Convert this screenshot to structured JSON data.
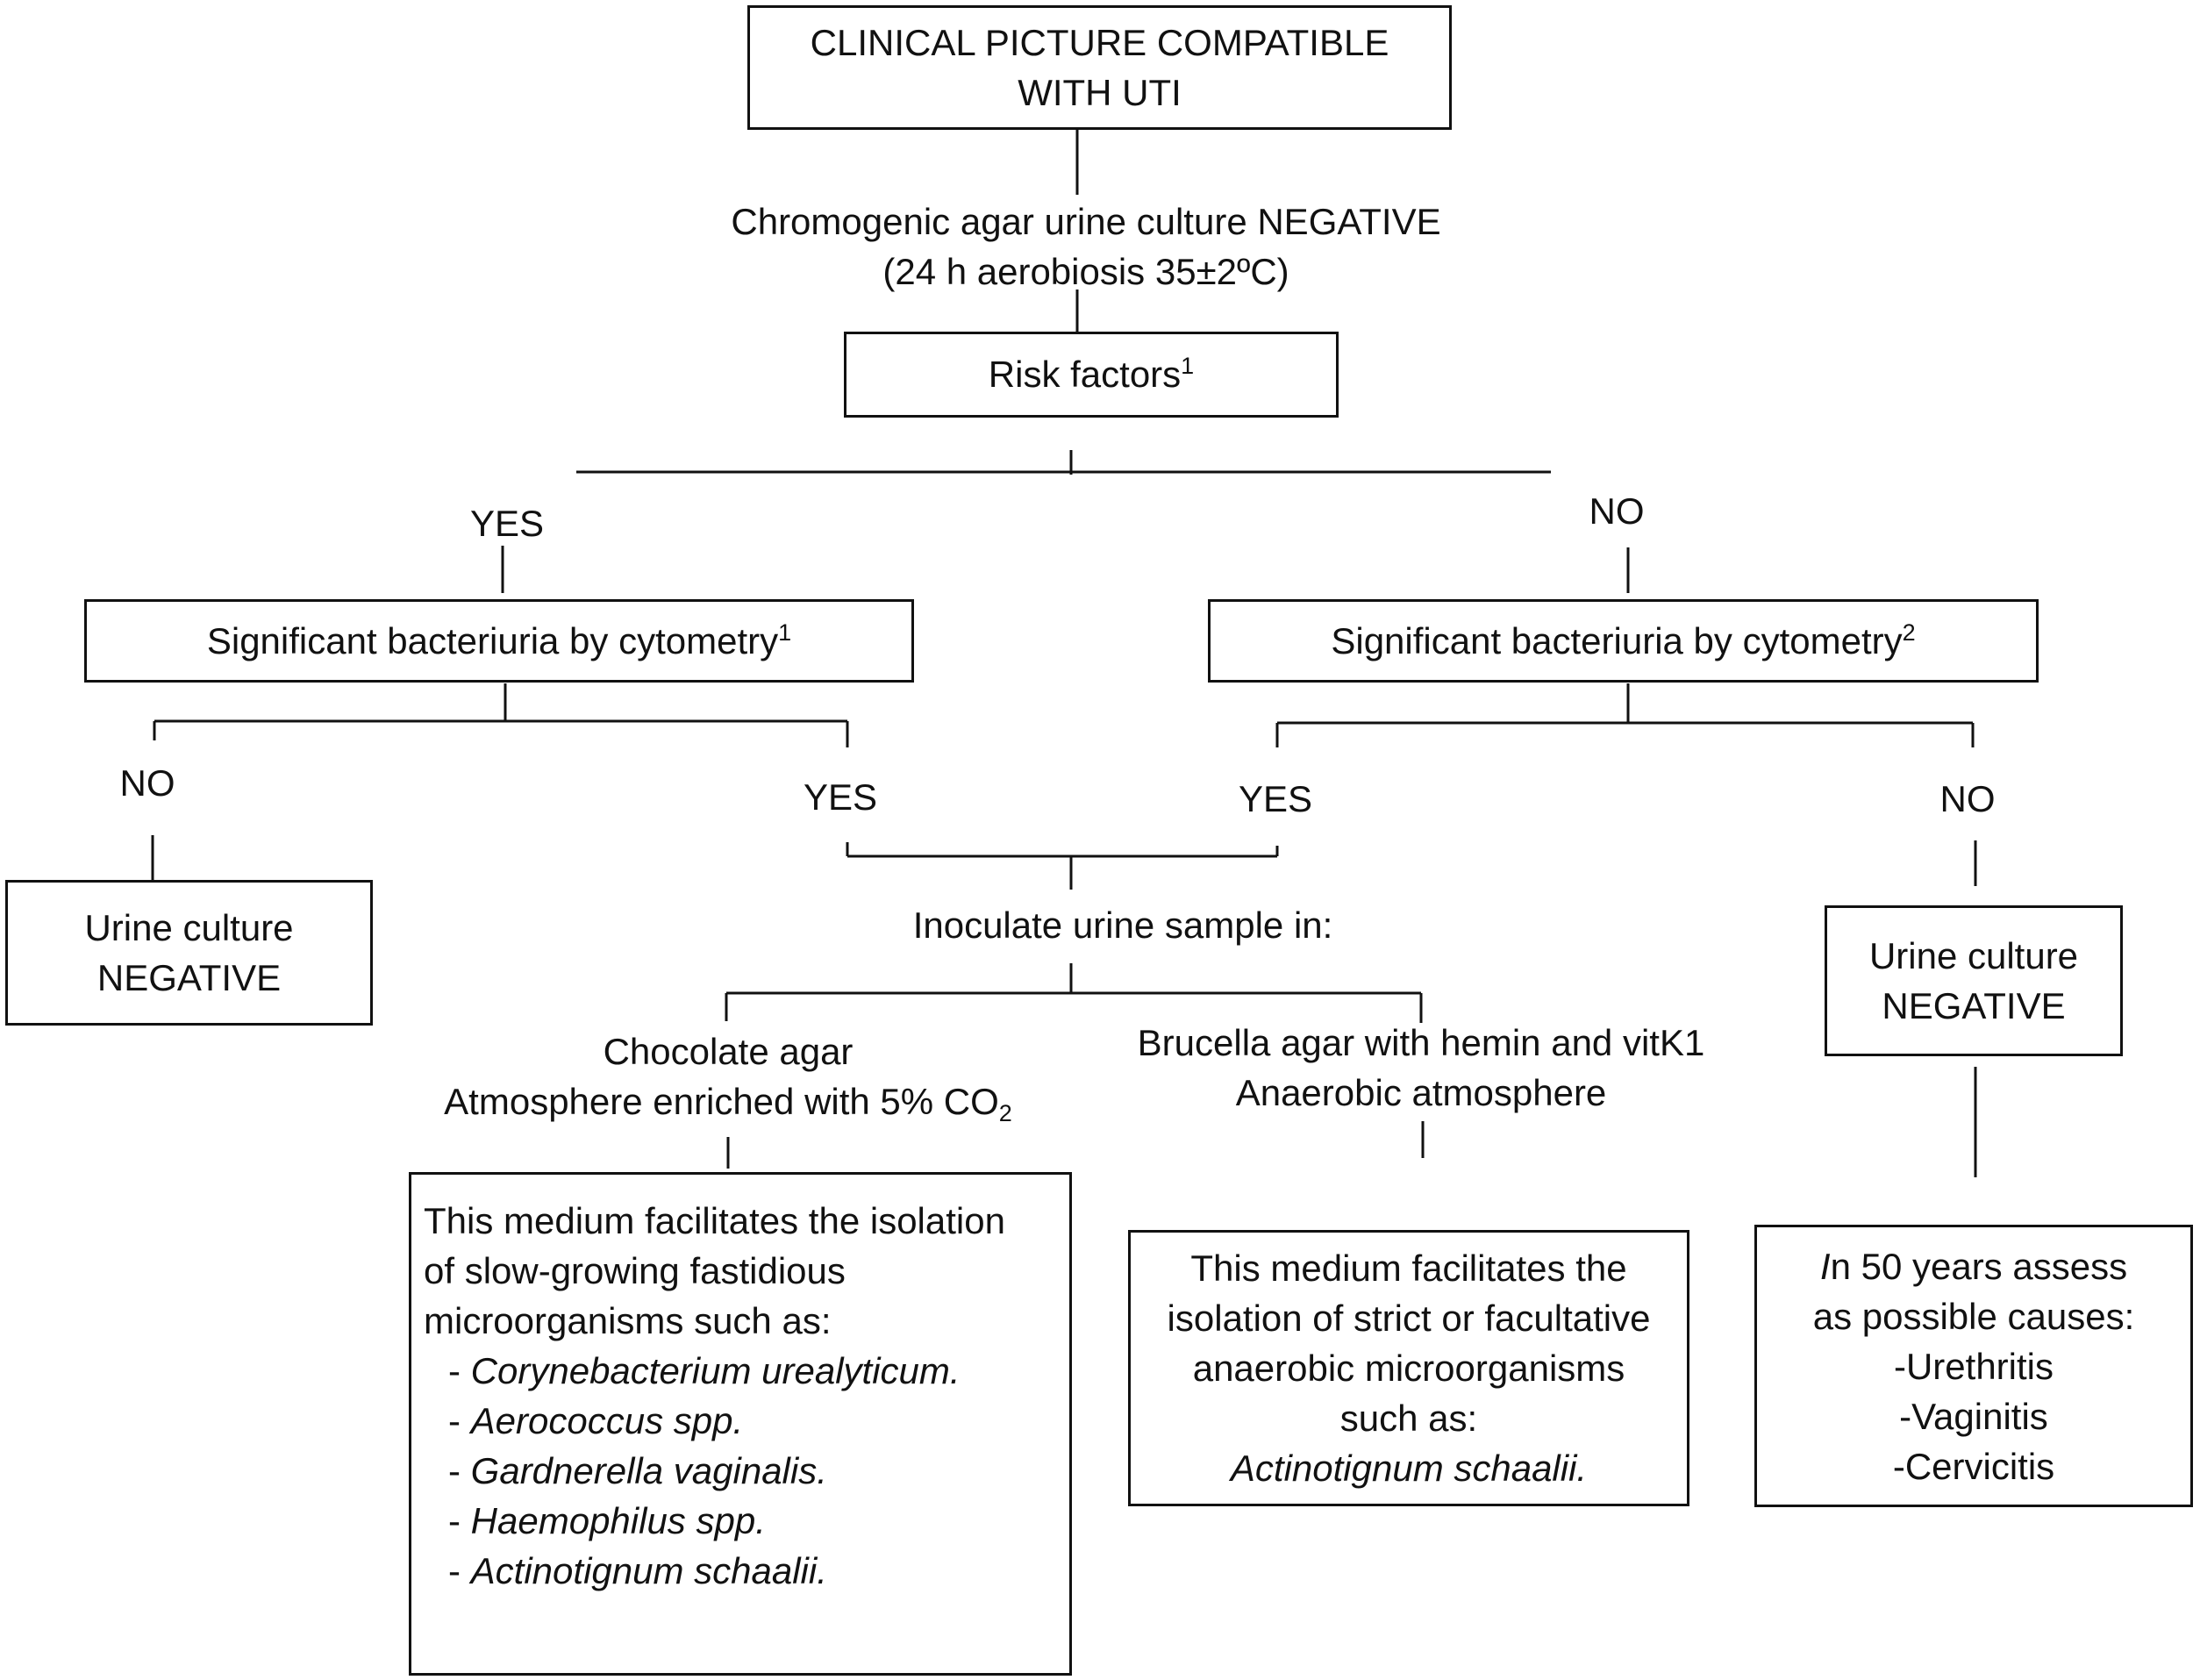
{
  "top_box": {
    "line1": "CLINICAL PICTURE COMPATIBLE",
    "line2": "WITH UTI"
  },
  "culture_negative": {
    "line1": "Chromogenic agar urine culture NEGATIVE",
    "line2": "(24 h aerobiosis 35±2ºC)"
  },
  "risk_box": {
    "label": "Risk factors",
    "sup": "1"
  },
  "labels": {
    "yes": "YES",
    "no": "NO"
  },
  "left_cytometry": {
    "label": "Significant bacteriuria by cytometry",
    "sup": "1"
  },
  "right_cytometry": {
    "label": "Significant bacteriuria by cytometry",
    "sup": "2"
  },
  "left_negative": {
    "line1": "Urine culture",
    "line2": "NEGATIVE"
  },
  "right_negative": {
    "line1": "Urine culture",
    "line2": "NEGATIVE"
  },
  "inoculate": "Inoculate urine sample in:",
  "chocolate": {
    "line1": "Chocolate agar",
    "line2_prefix": "Atmosphere enriched with 5% CO",
    "line2_sub": "2"
  },
  "brucella": {
    "line1": "Brucella agar with hemin and vitK1",
    "line2": "Anaerobic atmosphere"
  },
  "chocolate_box": {
    "intro": [
      "This medium facilitates the isolation",
      "of slow-growing fastidious",
      "microorganisms such as:"
    ],
    "bullet": "-",
    "organisms": [
      "Corynebacterium urealyticum.",
      "Aerococcus spp.",
      "Gardnerella vaginalis.",
      "Haemophilus spp.",
      "Actinotignum schaalii."
    ]
  },
  "brucella_box": {
    "lines": [
      "This medium facilitates the",
      "isolation of strict or facultative",
      "anaerobic microorganisms",
      "such as:"
    ],
    "organism": "Actinotignum schaalii."
  },
  "assess_box": {
    "first_letter": "I",
    "first_rest": "n 50 years assess",
    "line2": "as possible causes:",
    "causes": [
      "-Urethritis",
      "-Vaginitis",
      "-Cervicitis"
    ]
  }
}
